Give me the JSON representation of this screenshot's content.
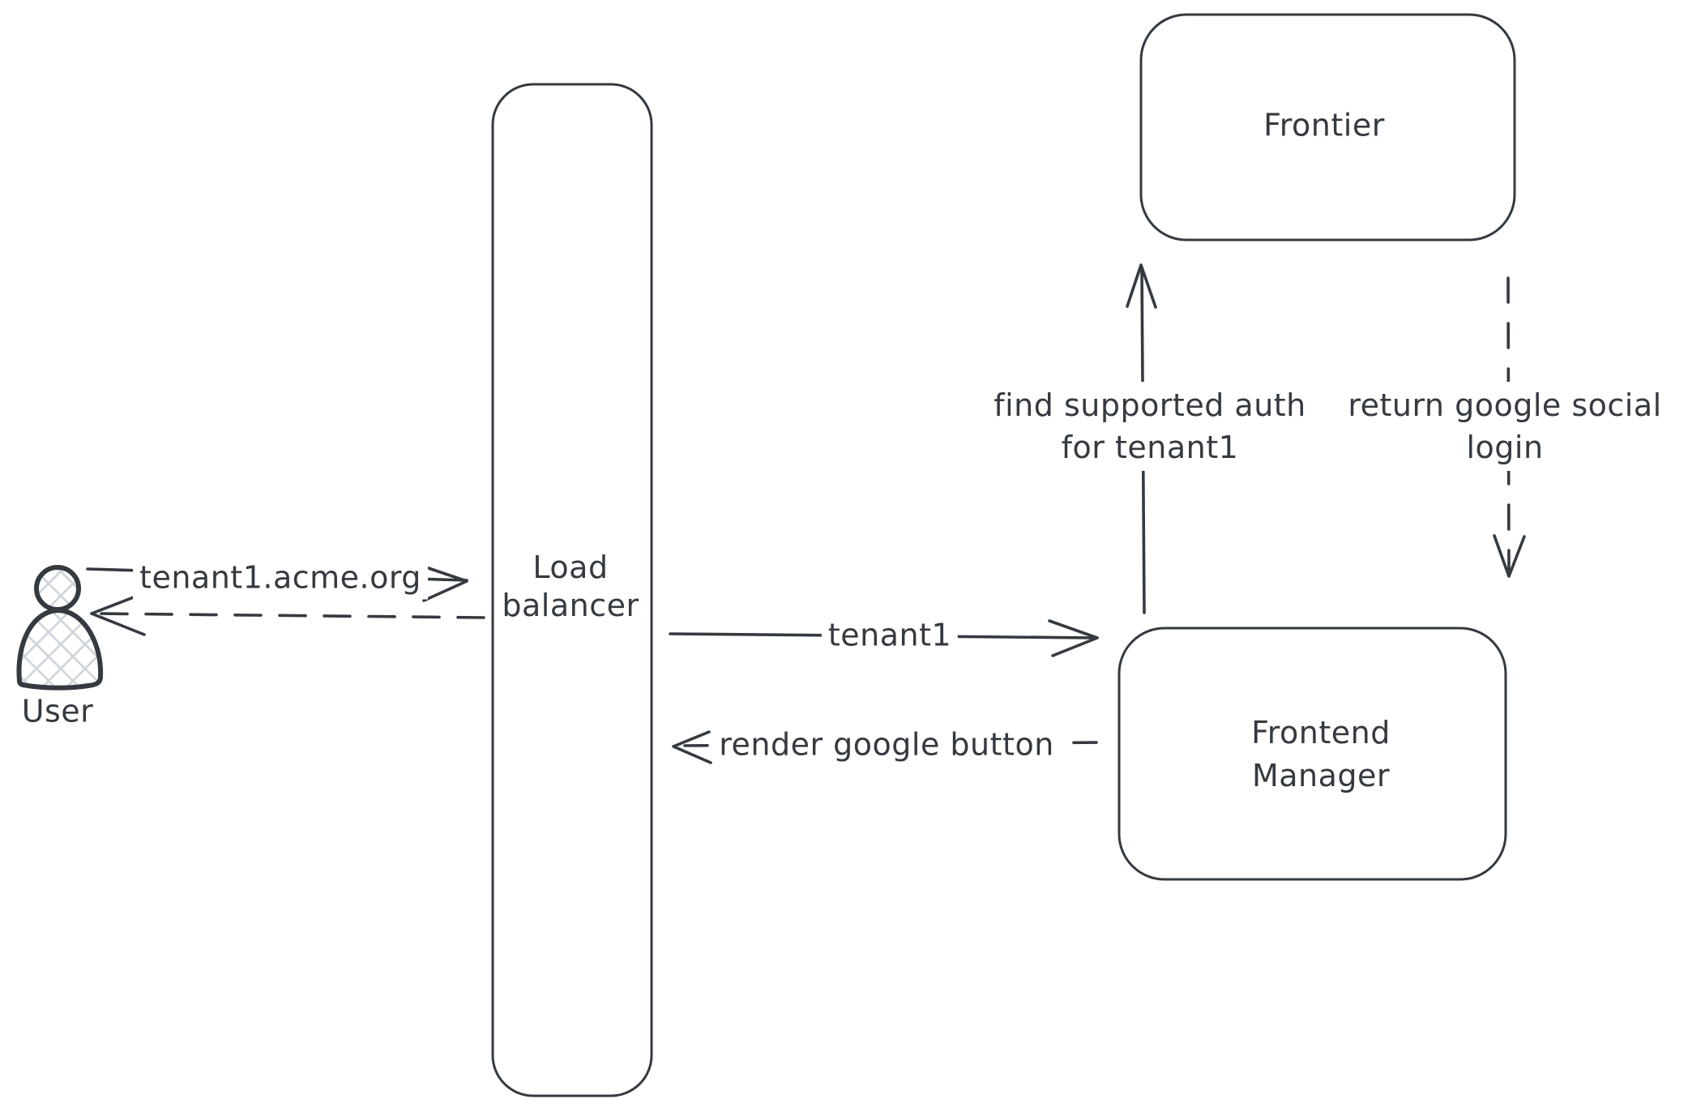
{
  "canvas": {
    "stroke_color": "#343a40",
    "background": "#ffffff",
    "hatch_color": "#ced4da"
  },
  "nodes": {
    "user": {
      "label": "User"
    },
    "load_balancer": {
      "lines": [
        "Load",
        "balancer"
      ]
    },
    "frontier": {
      "label": "Frontier"
    },
    "frontend_manager": {
      "lines": [
        "Frontend",
        "Manager"
      ]
    }
  },
  "edges": {
    "user_to_load_balancer": {
      "style": "solid",
      "direction": "right",
      "label": "tenant1.acme.org"
    },
    "load_balancer_to_user": {
      "style": "dashed",
      "direction": "left"
    },
    "load_balancer_to_frontend_manager": {
      "style": "solid",
      "direction": "right",
      "label": "tenant1"
    },
    "frontend_manager_to_load_balancer": {
      "style": "dashed",
      "direction": "left",
      "label": "render google button"
    },
    "frontend_manager_to_frontier": {
      "style": "solid",
      "direction": "up",
      "lines": [
        "find supported auth",
        "for tenant1"
      ]
    },
    "frontier_to_frontend_manager": {
      "style": "dashed",
      "direction": "down",
      "lines": [
        "return google social",
        "login"
      ]
    }
  }
}
